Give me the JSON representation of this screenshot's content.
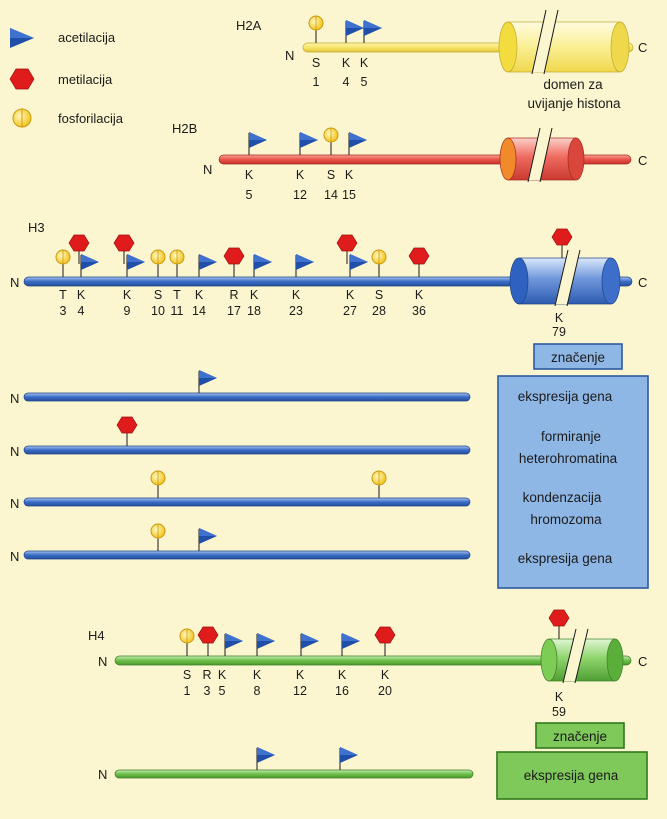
{
  "legend": {
    "acetylation": "acetilacija",
    "methylation": "metilacija",
    "phosphorylation": "fosforilacija"
  },
  "colors": {
    "acetyl_flag": "#1f4fa8",
    "methyl_hex": "#e01b1b",
    "phospho_circle": "#f7d23a",
    "h2a": "#f6e56a",
    "h2b": "#ea5247",
    "h3": "#3a6cc6",
    "h4": "#6dbf4a",
    "background": "#fbf6cf",
    "meaning_blue": "#8fb7e6",
    "meaning_green": "#7ec95a"
  },
  "icons": {
    "acetylation": "blue-flag-icon",
    "methylation": "red-hexagon-icon",
    "phosphorylation": "yellow-circle-icon"
  },
  "h2a": {
    "name": "H2A",
    "n_terminus": "N",
    "c_terminus": "C",
    "sites": [
      {
        "residue": "S",
        "position": "1",
        "mod": "phosphorylation"
      },
      {
        "residue": "K",
        "position": "4",
        "mod": "acetylation"
      },
      {
        "residue": "K",
        "position": "5",
        "mod": "acetylation"
      }
    ],
    "domain_label_line1": "domen za",
    "domain_label_line2": "uvijanje histona"
  },
  "h2b": {
    "name": "H2B",
    "n_terminus": "N",
    "c_terminus": "C",
    "sites": [
      {
        "residue": "K",
        "position": "5",
        "mod": "acetylation"
      },
      {
        "residue": "K",
        "position": "12",
        "mod": "acetylation"
      },
      {
        "residue": "S",
        "position": "14",
        "mod": "phosphorylation"
      },
      {
        "residue": "K",
        "position": "15",
        "mod": "acetylation"
      }
    ]
  },
  "h3": {
    "name": "H3",
    "n_terminus": "N",
    "c_terminus": "C",
    "sites": [
      {
        "residue": "T",
        "position": "3",
        "mod": "phosphorylation"
      },
      {
        "residue": "K",
        "position": "4",
        "mod": "acetylation+methylation"
      },
      {
        "residue": "K",
        "position": "9",
        "mod": "acetylation+methylation"
      },
      {
        "residue": "S",
        "position": "10",
        "mod": "phosphorylation"
      },
      {
        "residue": "T",
        "position": "11",
        "mod": "phosphorylation"
      },
      {
        "residue": "K",
        "position": "14",
        "mod": "acetylation"
      },
      {
        "residue": "R",
        "position": "17",
        "mod": "methylation"
      },
      {
        "residue": "K",
        "position": "18",
        "mod": "acetylation"
      },
      {
        "residue": "K",
        "position": "23",
        "mod": "acetylation"
      },
      {
        "residue": "K",
        "position": "27",
        "mod": "acetylation+methylation"
      },
      {
        "residue": "S",
        "position": "28",
        "mod": "phosphorylation"
      },
      {
        "residue": "K",
        "position": "36",
        "mod": "methylation"
      }
    ],
    "domain_site": {
      "residue": "K",
      "position": "79",
      "mod": "methylation"
    },
    "meaning_header": "značenje",
    "examples_n": "N",
    "meanings": [
      "ekspresija gena",
      "formiranje",
      "heterohromatina",
      "kondenzacija",
      "hromozoma",
      "ekspresija gena"
    ]
  },
  "h4": {
    "name": "H4",
    "n_terminus": "N",
    "c_terminus": "C",
    "sites": [
      {
        "residue": "S",
        "position": "1",
        "mod": "phosphorylation"
      },
      {
        "residue": "R",
        "position": "3",
        "mod": "methylation"
      },
      {
        "residue": "K",
        "position": "5",
        "mod": "acetylation"
      },
      {
        "residue": "K",
        "position": "8",
        "mod": "acetylation"
      },
      {
        "residue": "K",
        "position": "12",
        "mod": "acetylation"
      },
      {
        "residue": "K",
        "position": "16",
        "mod": "acetylation"
      },
      {
        "residue": "K",
        "position": "20",
        "mod": "methylation"
      }
    ],
    "domain_site": {
      "residue": "K",
      "position": "59",
      "mod": "methylation"
    },
    "meaning_header": "značenje",
    "example_n": "N",
    "meaning": "ekspresija gena"
  }
}
